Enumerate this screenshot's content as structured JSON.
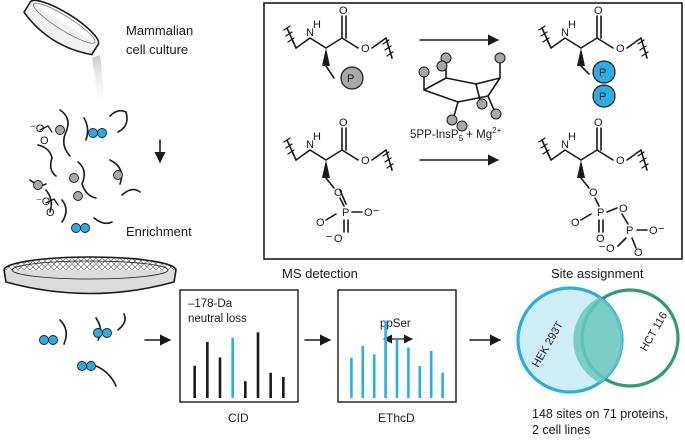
{
  "labels": {
    "mammalian_line1": "Mammalian",
    "mammalian_line2": "cell culture",
    "enrichment": "Enrichment",
    "ms_detection": "MS detection",
    "site_assignment": "Site assignment",
    "reagent_prefix": "5PP-InsP",
    "reagent_sub": "5",
    "reagent_mid": " + Mg",
    "reagent_sup": "2+",
    "cid_note_line1": "–178-Da",
    "cid_note_line2": "neutral loss",
    "cid_label": "CID",
    "ethcd_label": "EThcD",
    "ppser_label": "ppSer",
    "hek_label": "HEK 293T",
    "hct_label": "HCT 116",
    "summary_line1": "148 sites on 71 proteins,",
    "summary_line2": "2 cell lines"
  },
  "chem": {
    "nh": "H",
    "n": "N",
    "o": "O",
    "p": "P",
    "minus": "−"
  },
  "colors": {
    "accent_blue": "#29aee3",
    "venn_green": "#2e9a7a",
    "grey_ball": "#a8a8a8",
    "dark": "#1a1a1a"
  },
  "chart_data": [
    {
      "type": "bar",
      "name": "CID",
      "bars": [
        {
          "x": 1,
          "h": 0.46,
          "highlight": false
        },
        {
          "x": 2,
          "h": 0.8,
          "highlight": false
        },
        {
          "x": 3,
          "h": 0.58,
          "highlight": false
        },
        {
          "x": 4,
          "h": 0.86,
          "highlight": true
        },
        {
          "x": 5,
          "h": 0.24,
          "highlight": false
        },
        {
          "x": 6,
          "h": 0.94,
          "highlight": false
        },
        {
          "x": 7,
          "h": 0.36,
          "highlight": false
        },
        {
          "x": 8,
          "h": 0.3,
          "highlight": false
        }
      ]
    },
    {
      "type": "bar",
      "name": "EThcD",
      "bars": [
        {
          "x": 1,
          "h": 0.48,
          "highlight": true
        },
        {
          "x": 2,
          "h": 0.62,
          "highlight": true
        },
        {
          "x": 3,
          "h": 0.52,
          "highlight": true
        },
        {
          "x": 4,
          "h": 0.92,
          "highlight": true
        },
        {
          "x": 5,
          "h": 0.7,
          "highlight": true
        },
        {
          "x": 6,
          "h": 0.6,
          "highlight": true
        },
        {
          "x": 7,
          "h": 0.38,
          "highlight": true
        },
        {
          "x": 8,
          "h": 0.56,
          "highlight": true
        },
        {
          "x": 9,
          "h": 0.3,
          "highlight": true
        }
      ]
    }
  ]
}
